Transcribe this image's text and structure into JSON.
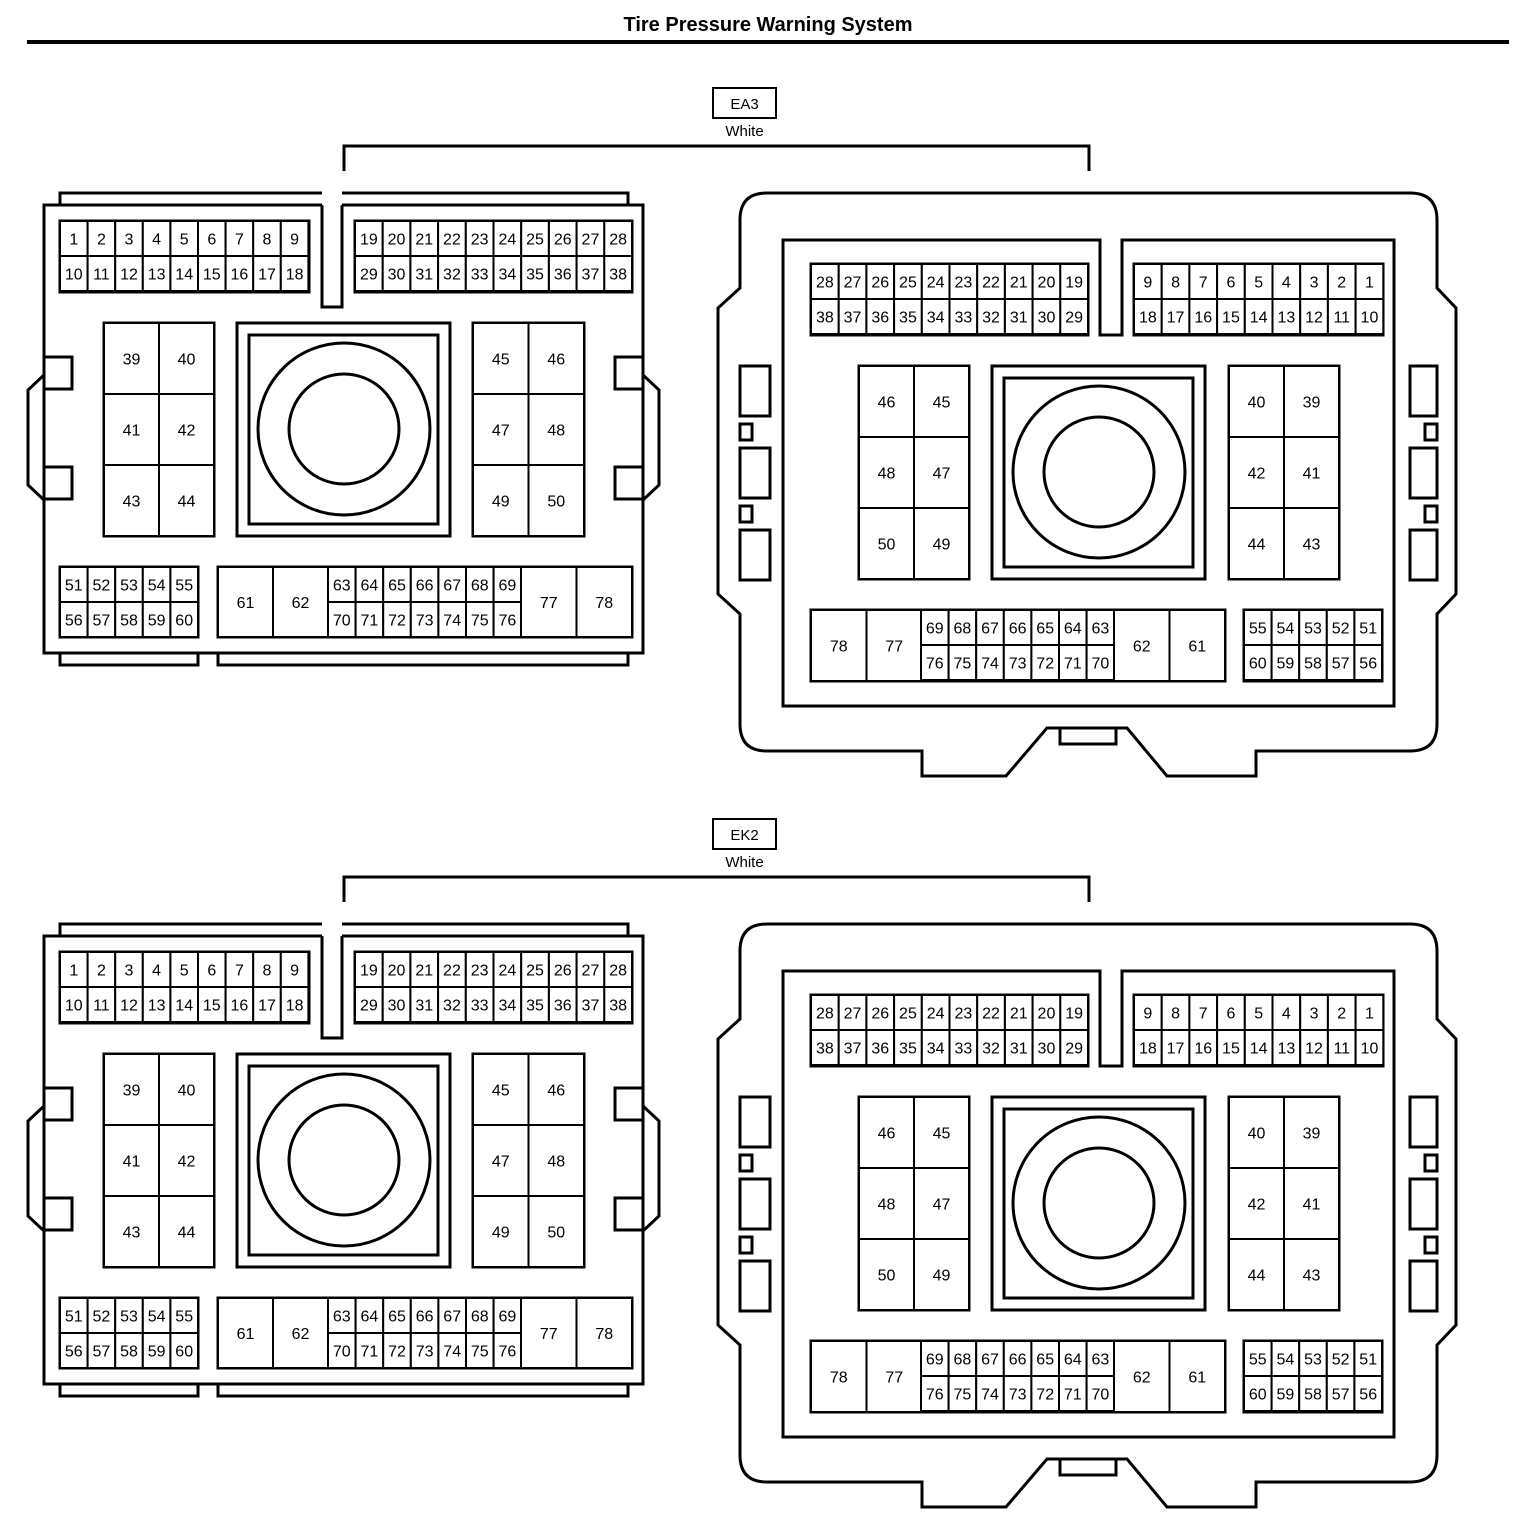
{
  "title": "Tire Pressure Warning System",
  "connectors": [
    {
      "code": "EA3",
      "color": "White"
    },
    {
      "code": "EK2",
      "color": "White"
    }
  ],
  "pins": {
    "top_left_row1": [
      "1",
      "2",
      "3",
      "4",
      "5",
      "6",
      "7",
      "8",
      "9"
    ],
    "top_left_row2": [
      "10",
      "11",
      "12",
      "13",
      "14",
      "15",
      "16",
      "17",
      "18"
    ],
    "top_right_row1": [
      "19",
      "20",
      "21",
      "22",
      "23",
      "24",
      "25",
      "26",
      "27",
      "28"
    ],
    "top_right_row2": [
      "29",
      "30",
      "31",
      "32",
      "33",
      "34",
      "35",
      "36",
      "37",
      "38"
    ],
    "block_left": [
      [
        "39",
        "40"
      ],
      [
        "41",
        "42"
      ],
      [
        "43",
        "44"
      ]
    ],
    "block_right": [
      [
        "45",
        "46"
      ],
      [
        "47",
        "48"
      ],
      [
        "49",
        "50"
      ]
    ],
    "bottom_small_row1": [
      "51",
      "52",
      "53",
      "54",
      "55"
    ],
    "bottom_small_row2": [
      "56",
      "57",
      "58",
      "59",
      "60"
    ],
    "bottom_large_a": [
      "61",
      "62"
    ],
    "bottom_mid_row1": [
      "63",
      "64",
      "65",
      "66",
      "67",
      "68",
      "69"
    ],
    "bottom_mid_row2": [
      "70",
      "71",
      "72",
      "73",
      "74",
      "75",
      "76"
    ],
    "bottom_large_b": [
      "77",
      "78"
    ]
  }
}
